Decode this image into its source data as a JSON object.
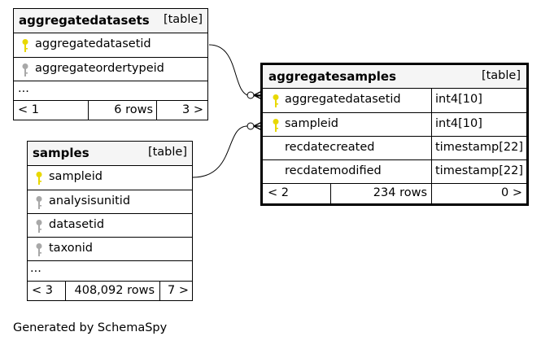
{
  "tables": {
    "aggregatedatasets": {
      "name": "aggregatedatasets",
      "kind": "[table]",
      "columns": [
        {
          "name": "aggregatedatasetid",
          "key": "primary"
        },
        {
          "name": "aggregateordertypeid",
          "key": "foreign"
        }
      ],
      "ellipsis": "...",
      "footer": {
        "parents": "< 1",
        "rows": "6 rows",
        "children": "3 >"
      }
    },
    "samples": {
      "name": "samples",
      "kind": "[table]",
      "columns": [
        {
          "name": "sampleid",
          "key": "primary"
        },
        {
          "name": "analysisunitid",
          "key": "foreign"
        },
        {
          "name": "datasetid",
          "key": "foreign"
        },
        {
          "name": "taxonid",
          "key": "foreign"
        }
      ],
      "ellipsis": "...",
      "footer": {
        "parents": "< 3",
        "rows": "408,092 rows",
        "children": "7 >"
      }
    },
    "aggregatesamples": {
      "name": "aggregatesamples",
      "kind": "[table]",
      "columns": [
        {
          "name": "aggregatedatasetid",
          "type": "int4[10]",
          "key": "primary"
        },
        {
          "name": "sampleid",
          "type": "int4[10]",
          "key": "primary"
        },
        {
          "name": "recdatecreated",
          "type": "timestamp[22]",
          "key": "none"
        },
        {
          "name": "recdatemodified",
          "type": "timestamp[22]",
          "key": "none"
        }
      ],
      "footer": {
        "parents": "< 2",
        "rows": "234 rows",
        "children": "0 >"
      }
    }
  },
  "relationships": [
    {
      "from": "aggregatedatasets.aggregatedatasetid",
      "to": "aggregatesamples.aggregatedatasetid"
    },
    {
      "from": "samples.sampleid",
      "to": "aggregatesamples.sampleid"
    }
  ],
  "colors": {
    "primary_key": "#e8d800",
    "foreign_key": "#a8a8a8",
    "header_bg": "#f5f5f5"
  },
  "footer_note": "Generated by SchemaSpy"
}
